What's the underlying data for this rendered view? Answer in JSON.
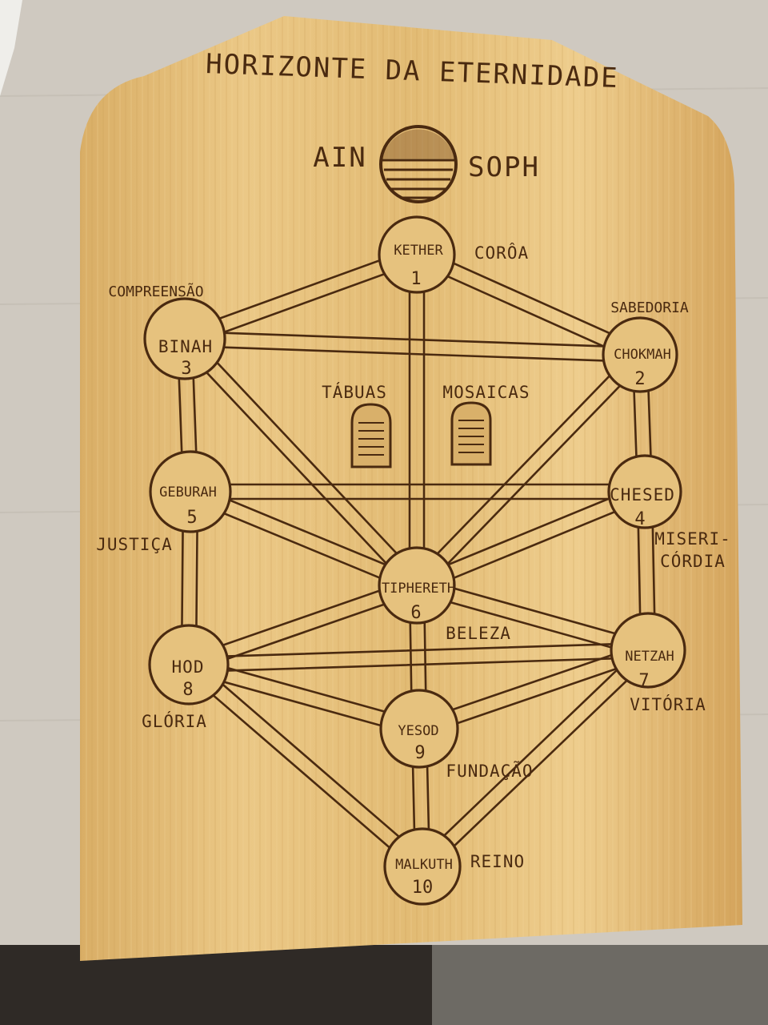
{
  "title": "HORIZONTE DA ETERNIDADE",
  "ain": "AIN",
  "soph": "SOPH",
  "tablets": {
    "left": "TÁBUAS",
    "right": "MOSAICAS"
  },
  "sephirot": [
    {
      "name": "KETHER",
      "number": "1",
      "meaning": "CORÔA"
    },
    {
      "name": "CHOKMAH",
      "number": "2",
      "meaning": "SABEDORIA"
    },
    {
      "name": "BINAH",
      "number": "3",
      "meaning": "COMPREENSÃO"
    },
    {
      "name": "CHESED",
      "number": "4",
      "meaning": "MISERI-CÓRDIA"
    },
    {
      "name": "GEBURAH",
      "number": "5",
      "meaning": "JUSTIÇA"
    },
    {
      "name": "TIPHERETH",
      "number": "6",
      "meaning": "BELEZA"
    },
    {
      "name": "NETZAH",
      "number": "7",
      "meaning": "VITÓRIA"
    },
    {
      "name": "HOD",
      "number": "8",
      "meaning": "GLÓRIA"
    },
    {
      "name": "YESOD",
      "number": "9",
      "meaning": "FUNDAÇÃO"
    },
    {
      "name": "MALKUTH",
      "number": "10",
      "meaning": "REINO"
    }
  ],
  "chesed_meaning_lines": [
    "MISERI-",
    "CÓRDIA"
  ],
  "colors": {
    "wood": "#e4bf7a",
    "wood_dark": "#cf9f55",
    "burn": "#4a2a10",
    "table": "#cfc9c0",
    "shadow": "#2a2622"
  }
}
